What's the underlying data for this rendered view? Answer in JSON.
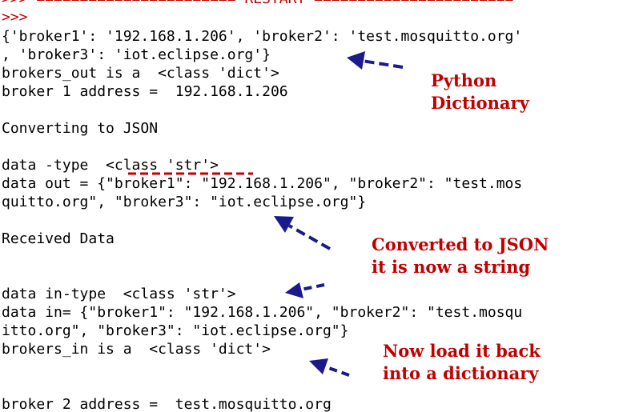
{
  "shell": {
    "restart_line": ">>> ======================= RESTART =======================",
    "prompt": ">>>",
    "lines": [
      "{'broker1': '192.168.1.206', 'broker2': 'test.mosquitto.org'",
      ", 'broker3': 'iot.eclipse.org'}",
      "brokers_out is a  <class 'dict'>",
      "broker 1 address =  192.168.1.206",
      "Converting to JSON",
      "data -type  <class 'str'>",
      "data out = {\"broker1\": \"192.168.1.206\", \"broker2\": \"test.mos",
      "quitto.org\", \"broker3\": \"iot.eclipse.org\"}",
      "Received Data",
      "data in-type  <class 'str'>",
      "data in= {\"broker1\": \"192.168.1.206\", \"broker2\": \"test.mosqu",
      "itto.org\", \"broker3\": \"iot.eclipse.org\"}",
      "brokers_in is a  <class 'dict'>",
      "broker 2 address =  test.mosquitto.org"
    ]
  },
  "annotations": {
    "python_dictionary": [
      "Python",
      "Dictionary"
    ],
    "converted_json": [
      "Converted to JSON",
      "it is now a string"
    ],
    "load_back": [
      "Now load it back",
      "into a dictionary"
    ]
  },
  "colors": {
    "text": "#000000",
    "prompt": "#c00000",
    "annotation": "#c00000",
    "arrow": "#1a1a8c",
    "underline": "#c00000"
  },
  "icons": [
    "arrow-icon"
  ]
}
